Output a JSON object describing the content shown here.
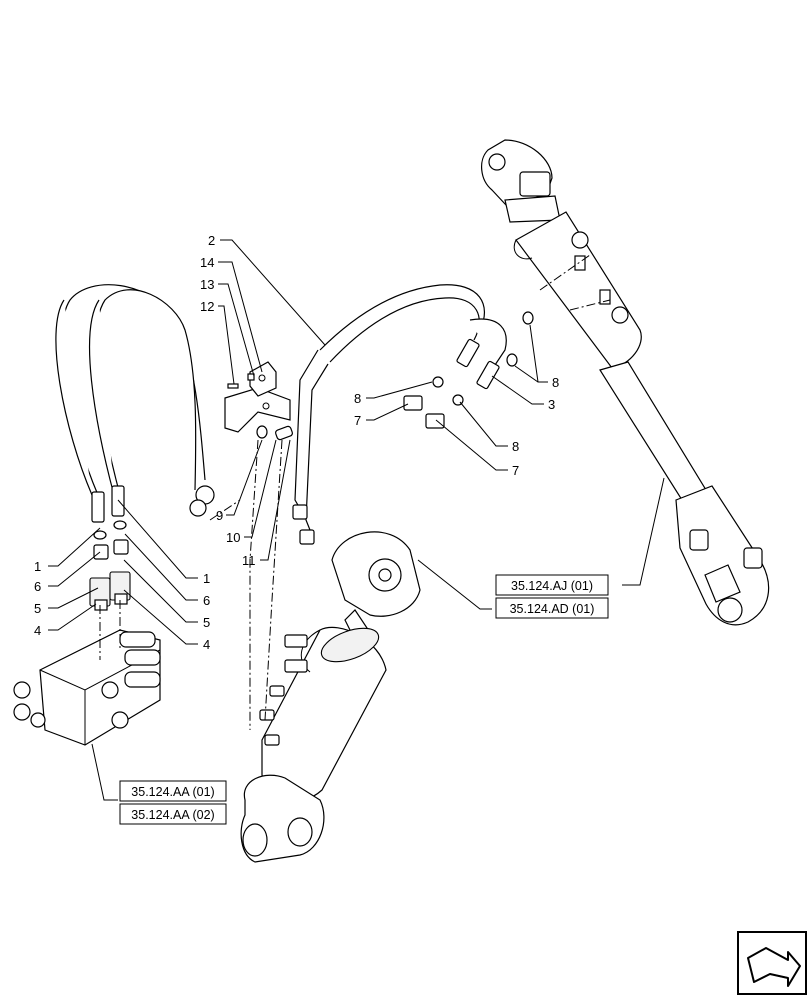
{
  "callouts": {
    "c1a": "1",
    "c1b": "1",
    "c2": "2",
    "c3": "3",
    "c4a": "4",
    "c4b": "4",
    "c5a": "5",
    "c5b": "5",
    "c6a": "6",
    "c6b": "6",
    "c7a": "7",
    "c7b": "7",
    "c8a": "8",
    "c8b": "8",
    "c8c": "8",
    "c9": "9",
    "c10": "10",
    "c11": "11",
    "c12": "12",
    "c13": "13",
    "c14": "14"
  },
  "references": {
    "aj01": "35.124.AJ (01)",
    "ad01": "35.124.AD (01)",
    "aa01": "35.124.AA (01)",
    "aa02": "35.124.AA (02)"
  },
  "icons": {
    "nav": "next-page-arrow-icon"
  }
}
